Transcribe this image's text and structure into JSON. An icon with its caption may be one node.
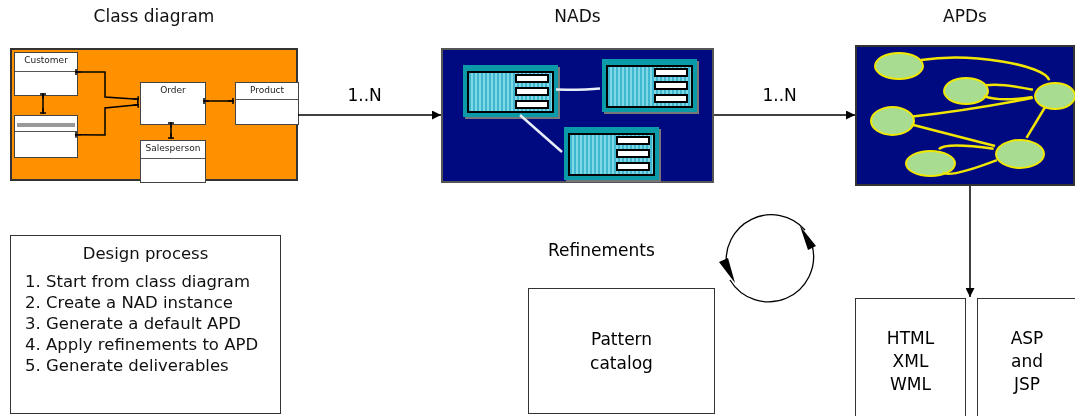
{
  "diagram": {
    "nodes": [
      {
        "text": [
          "Class diagram"
        ]
      },
      {
        "text": [
          "Customer"
        ],
        "in": 0
      },
      {
        "text": [],
        "shape": "box",
        "in": 0
      },
      {
        "text": [
          "Order"
        ],
        "in": 0
      },
      {
        "text": [
          "Product"
        ],
        "in": 0
      },
      {
        "text": [
          "Salesperson"
        ],
        "in": 0
      },
      {
        "text": [
          "NADs"
        ]
      },
      {
        "text": [],
        "shape": "box",
        "in": 6
      },
      {
        "text": [],
        "shape": "box",
        "in": 6
      },
      {
        "text": [],
        "shape": "box",
        "in": 6
      },
      {
        "text": [
          "APDs"
        ]
      },
      {
        "text": [],
        "shape": "circle",
        "in": 10
      },
      {
        "text": [],
        "shape": "circle",
        "in": 10
      },
      {
        "text": [],
        "shape": "circle",
        "in": 10
      },
      {
        "text": [],
        "shape": "circle",
        "in": 10
      },
      {
        "text": [],
        "shape": "circle",
        "in": 10
      },
      {
        "text": [],
        "shape": "circle",
        "in": 10
      },
      {
        "text": [
          "Design process",
          "1. Start from class diagram",
          "2. Create a NAD instance",
          "3. Generate a default APD",
          "4. Apply refinements to APD",
          "5. Generate deliverables"
        ]
      },
      {
        "text": [
          "Refinements",
          "Pattern catalog"
        ]
      },
      {
        "text": [
          "HTML XML WML"
        ]
      },
      {
        "text": [
          "ASP and JSP"
        ]
      }
    ],
    "edges": [
      {
        "from": 0,
        "to": 6,
        "arrow": "to",
        "label": "1..N"
      },
      {
        "from": 6,
        "to": 10,
        "arrow": "to",
        "label": "1..N"
      },
      {
        "from": 10,
        "to": 19,
        "arrow": "to"
      },
      {
        "from": 10,
        "to": 20,
        "arrow": "to"
      },
      {
        "from": 1,
        "to": 3,
        "arrow": "other"
      },
      {
        "from": 2,
        "to": 3,
        "arrow": "other"
      },
      {
        "from": 1,
        "to": 2,
        "arrow": "other"
      },
      {
        "from": 3,
        "to": 4,
        "arrow": "other"
      },
      {
        "from": 3,
        "to": 5,
        "arrow": "other"
      },
      {
        "from": 7,
        "to": 8,
        "arrow": "none",
        "color": "#e8eef8"
      },
      {
        "from": 7,
        "to": 9,
        "arrow": "none",
        "color": "#e8eef8"
      },
      {
        "from": 11,
        "to": 13,
        "arrow": "none",
        "color": "#f2e600"
      },
      {
        "from": 12,
        "to": 13,
        "arrow": "none",
        "color": "#f2e600"
      },
      {
        "from": 12,
        "to": 13,
        "arrow": "none",
        "color": "#f2e600"
      },
      {
        "from": 14,
        "to": 13,
        "arrow": "none",
        "color": "#f2e600"
      },
      {
        "from": 14,
        "to": 15,
        "arrow": "none",
        "color": "#f2e600"
      },
      {
        "from": 15,
        "to": 13,
        "arrow": "none",
        "color": "#f2e600"
      },
      {
        "from": 16,
        "to": 15,
        "arrow": "none",
        "color": "#f2e600"
      },
      {
        "from": 16,
        "to": 15,
        "arrow": "none",
        "color": "#f2e600"
      }
    ]
  }
}
